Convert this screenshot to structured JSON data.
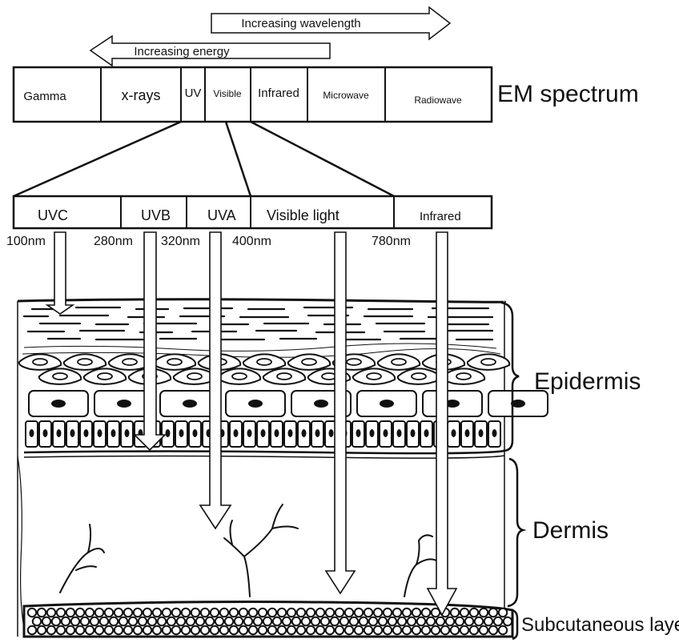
{
  "arrows": {
    "wavelength": "Increasing wavelength",
    "energy": "Increasing energy"
  },
  "em_spectrum": {
    "title": "EM spectrum",
    "bands": [
      "Gamma",
      "x-rays",
      "UV",
      "Visible",
      "Infrared",
      "Microwave",
      "Radiowave"
    ]
  },
  "subbands": {
    "bands": [
      "UVC",
      "UVB",
      "UVA",
      "Visible light",
      "Infrared"
    ],
    "wavelengths": [
      "100nm",
      "280nm",
      "320nm",
      "400nm",
      "780nm"
    ]
  },
  "layers": {
    "epidermis": "Epidermis",
    "dermis": "Dermis",
    "subcutaneous": "Subcutaneous layer"
  },
  "colors": {
    "stroke": "#111111",
    "fill": "#ffffff"
  }
}
